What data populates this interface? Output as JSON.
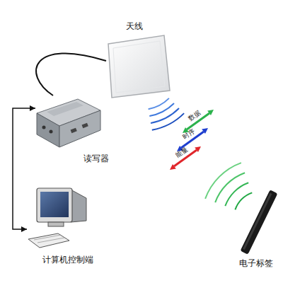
{
  "diagram": {
    "nodes": [
      {
        "text": [
          "天线"
        ]
      },
      {
        "text": [
          "读写器"
        ]
      },
      {
        "text": [
          "计算机控制端"
        ]
      },
      {
        "text": [
          "电子标签"
        ]
      }
    ],
    "edges": [
      {
        "from": 1,
        "to": 0,
        "arrow": "none"
      },
      {
        "from": 1,
        "to": 2,
        "arrow": "both"
      }
    ],
    "labels": [
      "数据",
      "时序",
      "能量"
    ]
  }
}
